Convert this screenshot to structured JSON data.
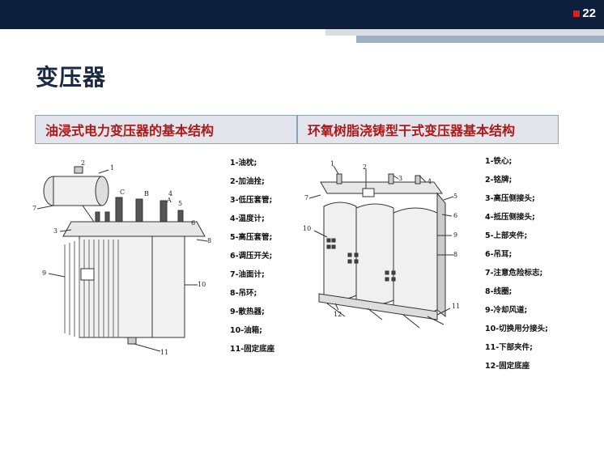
{
  "slide_number": "22",
  "title": "变压器",
  "headers": {
    "left": "油浸式电力变压器的基本结构",
    "right": "环氧树脂浇铸型干式变压器基本结构"
  },
  "left_list": [
    "1-油枕;",
    "2-加油拴;",
    "3-低压套管;",
    "4-温度计;",
    "5-高压套管;",
    "6-调压开关;",
    "7-油面计;",
    "8-吊环;",
    "9-散热器;",
    "10-油箱;",
    "11-固定底座"
  ],
  "right_list": [
    "1-铁心;",
    "2-铭牌;",
    "3-高压侧接头;",
    "4-抵压侧接头;",
    "5-上部夹件;",
    "6-吊耳;",
    "7-注意危险标志;",
    "8-线圈;",
    "9-冷却风道;",
    "10-切换用分接头;",
    "11-下部夹件;",
    "12-固定底座"
  ],
  "left_diagram_labels": [
    "1",
    "2",
    "3",
    "4",
    "5",
    "6",
    "7",
    "8",
    "9",
    "10",
    "11"
  ],
  "left_diagram_lettering": [
    "C",
    "B",
    "A"
  ],
  "right_diagram_labels": [
    "1",
    "2",
    "3",
    "4",
    "5",
    "6",
    "7",
    "8",
    "9",
    "10",
    "11",
    "12"
  ]
}
